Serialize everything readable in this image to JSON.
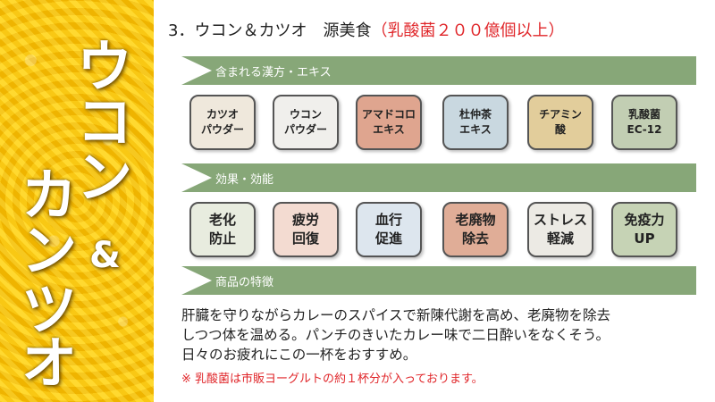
{
  "sidebar": {
    "title_chars": [
      "ウ",
      "コ",
      "ン",
      "カ",
      "ン",
      "ツ",
      "オ"
    ],
    "ampersand": "&"
  },
  "heading": {
    "prefix": "3．ウコン＆カツオ　源美食",
    "accent": "（乳酸菌２００億個以上）"
  },
  "sections": {
    "ingredients": "含まれる漢方・エキス",
    "effects": "効果・効能",
    "features": "商品の特徴"
  },
  "ingredients": [
    {
      "line1": "カツオ",
      "line2": "パウダー",
      "color": "#efe8dc"
    },
    {
      "line1": "ウコン",
      "line2": "パウダー",
      "color": "#f0efec"
    },
    {
      "line1": "アマドコロ",
      "line2": "エキス",
      "color": "#dfa58f"
    },
    {
      "line1": "杜仲茶",
      "line2": "エキス",
      "color": "#c9d8e0"
    },
    {
      "line1": "チアミン",
      "line2": "酸",
      "color": "#e2cd9b"
    },
    {
      "line1": "乳酸菌",
      "line2": "EC-12",
      "color": "#c2ceb3"
    }
  ],
  "effects": [
    {
      "line1": "老化",
      "line2": "防止",
      "color": "#e8ecdf"
    },
    {
      "line1": "疲労",
      "line2": "回復",
      "color": "#f3dbd1"
    },
    {
      "line1": "血行",
      "line2": "促進",
      "color": "#dde6ee"
    },
    {
      "line1": "老廃物",
      "line2": "除去",
      "color": "#e0ad97"
    },
    {
      "line1": "ストレス",
      "line2": "軽減",
      "color": "#eceae4"
    },
    {
      "line1": "免疫力",
      "line2": "UP",
      "color": "#c6d3b5"
    }
  ],
  "description": [
    "肝臓を守りながらカレーのスパイスで新陳代謝を高め、老廃物を除去",
    "しつつ体を温める。パンチのきいたカレー味で二日酔いをなくそう。",
    "日々のお疲れにこの一杯をおすすめ。"
  ],
  "note": "※ 乳酸菌は市販ヨーグルトの約１杯分が入っております。"
}
